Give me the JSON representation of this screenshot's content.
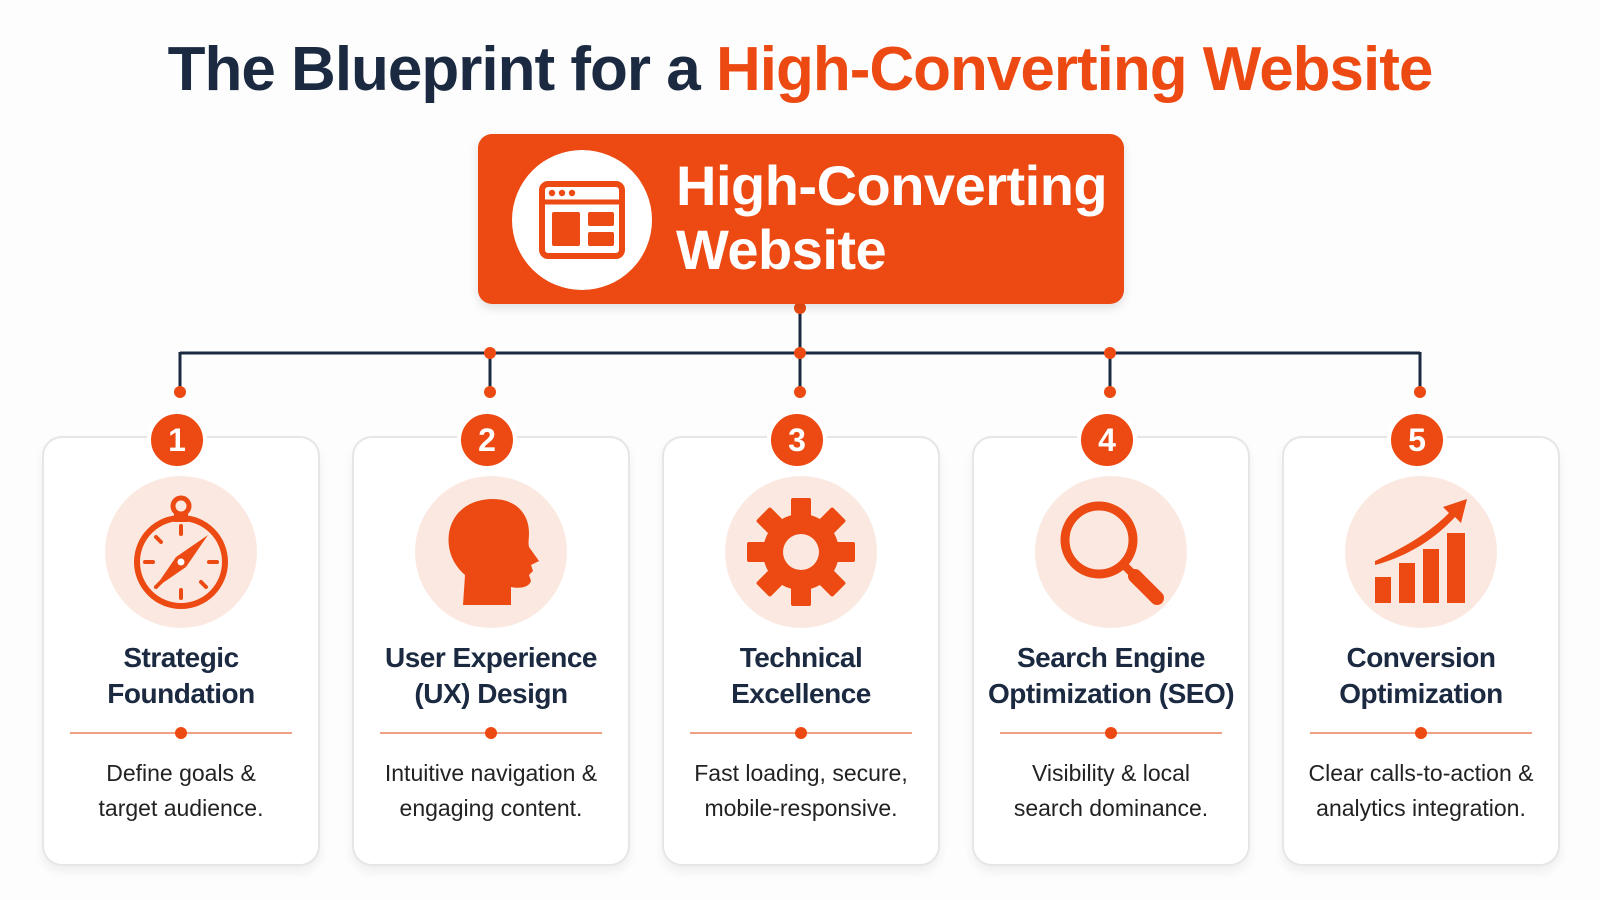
{
  "title": {
    "prefix": "The Blueprint for a ",
    "accent": "High-Converting Website"
  },
  "hero": {
    "line1": "High-Converting",
    "line2": "Website",
    "icon": "browser-window-icon"
  },
  "colors": {
    "accent": "#ec4a12",
    "dark": "#1b2a41",
    "icon_bg": "#fbe9e1",
    "connector": "#1b2a41"
  },
  "pillars": [
    {
      "number": "1",
      "icon": "compass-icon",
      "title_line1": "Strategic",
      "title_line2": "Foundation",
      "desc_line1": "Define goals &",
      "desc_line2": "target audience."
    },
    {
      "number": "2",
      "icon": "head-profile-icon",
      "title_line1": "User Experience",
      "title_line2": "(UX) Design",
      "desc_line1": "Intuitive navigation &",
      "desc_line2": "engaging content."
    },
    {
      "number": "3",
      "icon": "gear-icon",
      "title_line1": "Technical",
      "title_line2": "Excellence",
      "desc_line1": "Fast loading, secure,",
      "desc_line2": "mobile-responsive."
    },
    {
      "number": "4",
      "icon": "magnifier-icon",
      "title_line1": "Search Engine",
      "title_line2": "Optimization (SEO)",
      "desc_line1": "Visibility & local",
      "desc_line2": "search dominance."
    },
    {
      "number": "5",
      "icon": "growth-chart-icon",
      "title_line1": "Conversion",
      "title_line2": "Optimization",
      "desc_line1": "Clear calls-to-action &",
      "desc_line2": "analytics integration."
    }
  ]
}
